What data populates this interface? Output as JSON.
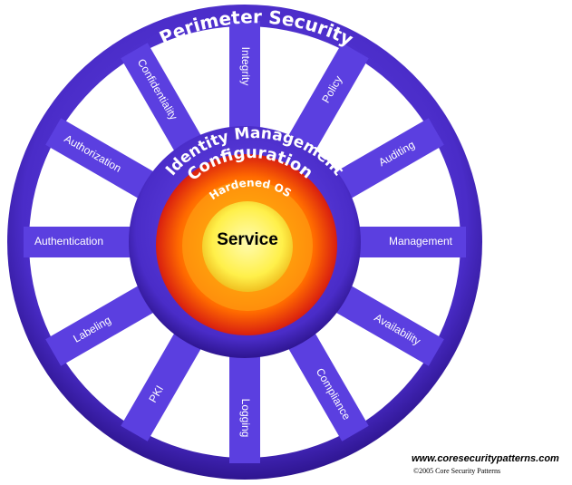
{
  "rings": {
    "perimeter": "Perimeter Security",
    "identity": "Identity Management",
    "configuration": "Configuration",
    "hardened_os": "Hardened OS",
    "core": "Service"
  },
  "spokes": [
    "Integrity",
    "Policy",
    "Auditing",
    "Management",
    "Availability",
    "Compliance",
    "Logging",
    "PKI",
    "Labeling",
    "Authentication",
    "Authorization",
    "Confidentiality"
  ],
  "credits": {
    "url": "www.coresecuritypatterns.com",
    "copyright": "©2005 Core Security Patterns"
  },
  "colors": {
    "ring": "#4a2cc8",
    "ring_dark": "#2e1590",
    "spoke": "#5b3fe0",
    "core_outer": "#e83010",
    "core_mid": "#ff8a00",
    "core_inner": "#fff04a"
  }
}
